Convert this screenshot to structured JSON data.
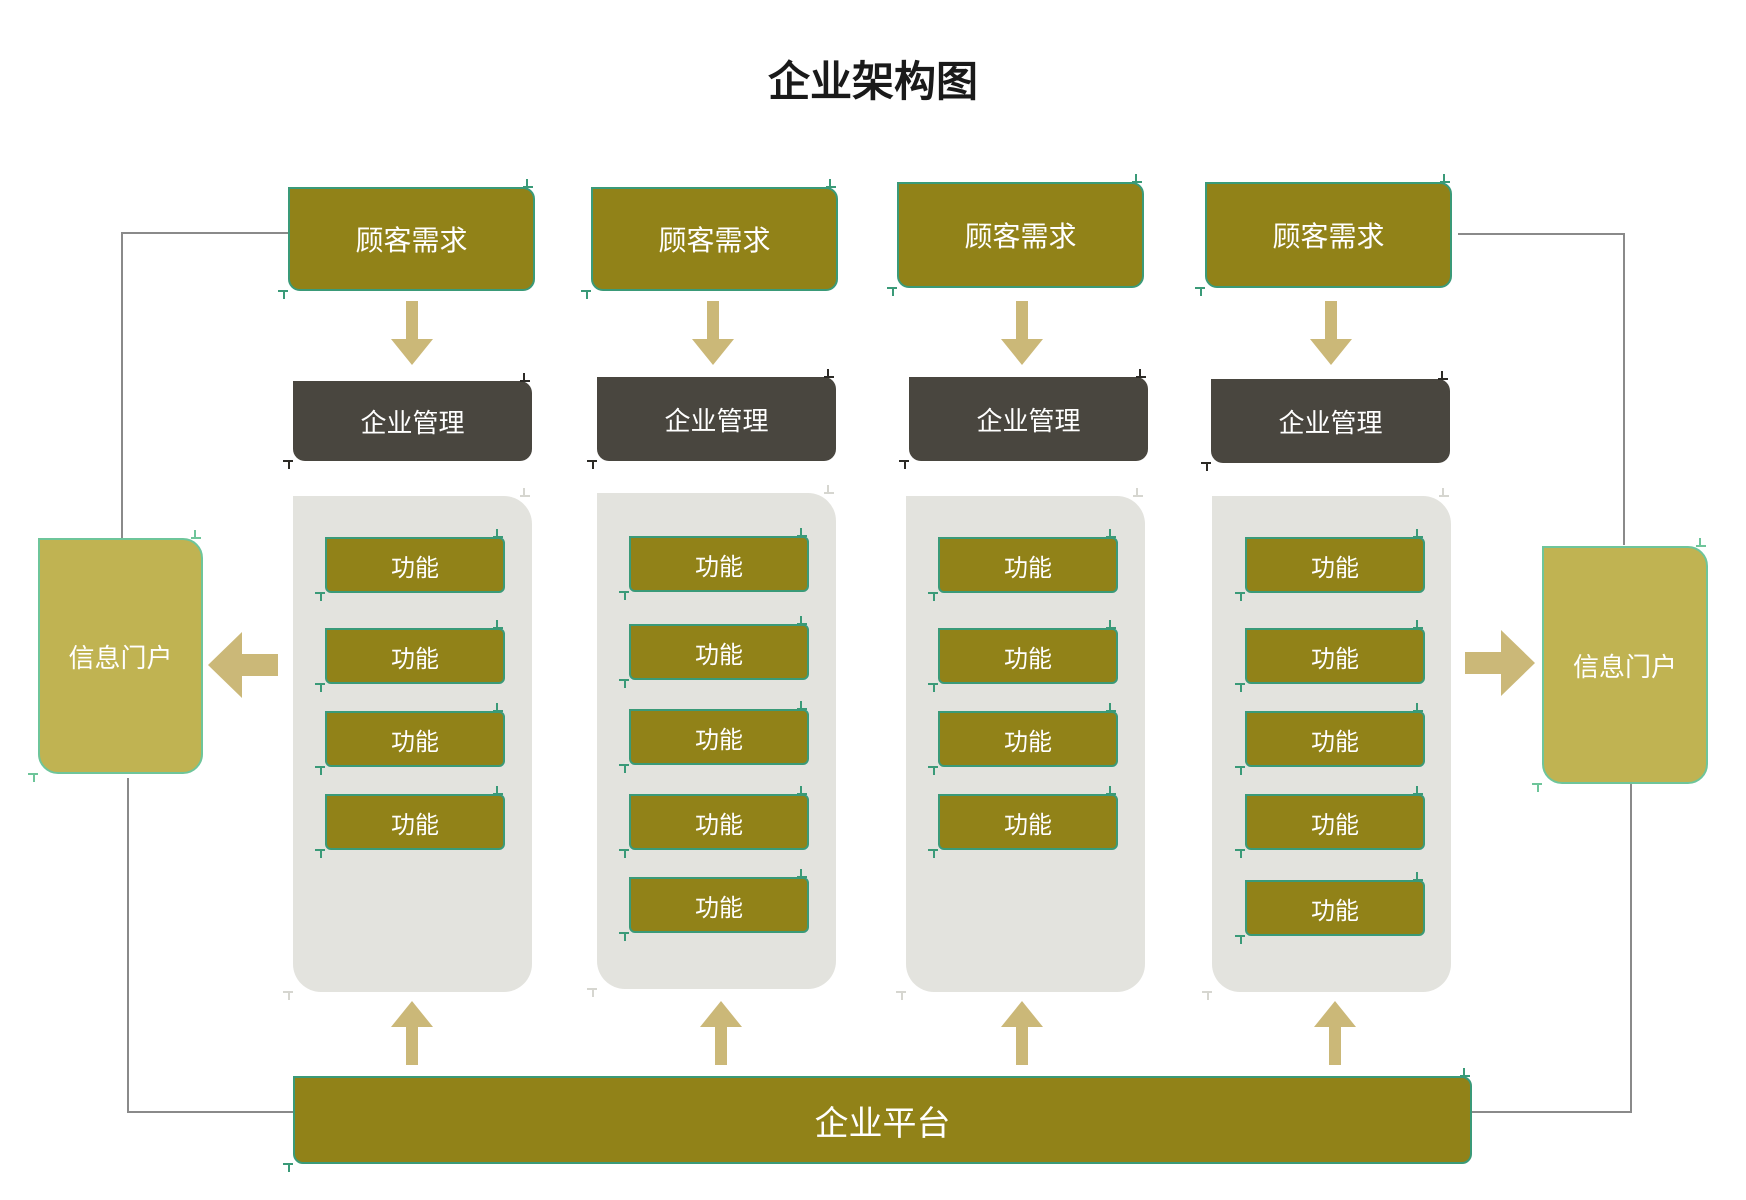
{
  "title": "企业架构图",
  "columns": [
    {
      "need": "顾客需求",
      "management": "企业管理",
      "functions": [
        "功能",
        "功能",
        "功能",
        "功能"
      ]
    },
    {
      "need": "顾客需求",
      "management": "企业管理",
      "functions": [
        "功能",
        "功能",
        "功能",
        "功能",
        "功能"
      ]
    },
    {
      "need": "顾客需求",
      "management": "企业管理",
      "functions": [
        "功能",
        "功能",
        "功能",
        "功能"
      ]
    },
    {
      "need": "顾客需求",
      "management": "企业管理",
      "functions": [
        "功能",
        "功能",
        "功能",
        "功能",
        "功能"
      ]
    }
  ],
  "portal_left": "信息门户",
  "portal_right": "信息门户",
  "platform": "企业平台",
  "colors": {
    "olive": "#918218",
    "dark": "#49463f",
    "panel": "#e3e3de",
    "portal": "#c0b352",
    "arrow": "#cbb878",
    "border": "#3a9a78",
    "connector": "#8a8a8a"
  }
}
